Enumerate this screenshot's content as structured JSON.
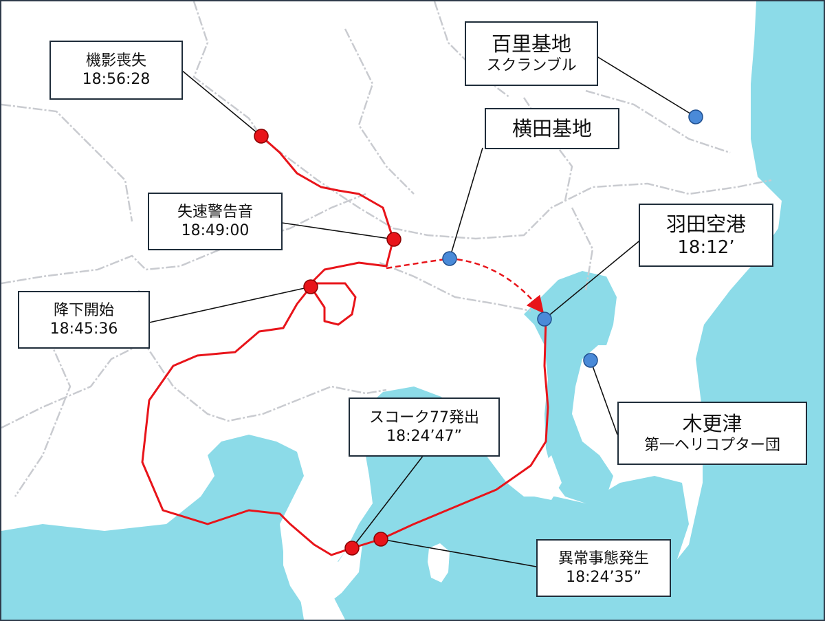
{
  "colors": {
    "sea": "#8cdbe8",
    "land": "#ffffff",
    "boundary": "#c9cbd0",
    "flight_path": "#e8141a",
    "event_marker": "#e8141a",
    "location_marker": "#4a8ad8",
    "leader_line": "#111111"
  },
  "icons": {
    "event_marker": "red-circle-marker",
    "location_marker": "blue-circle-marker"
  },
  "labels": {
    "lost_contact": {
      "title": "機影喪失",
      "time": "18:56:28"
    },
    "stall_warning": {
      "title": "失速警告音",
      "time": "18:49:00"
    },
    "descent_start": {
      "title": "降下開始",
      "time": "18:45:36"
    },
    "hyakuri": {
      "title": "百里基地",
      "subtitle": "スクランブル"
    },
    "yokota": {
      "title": "横田基地"
    },
    "haneda": {
      "title": "羽田空港",
      "time": "18:12’"
    },
    "kisarazu": {
      "title": "木更津",
      "subtitle": "第一ヘリコプター団"
    },
    "scoke77": {
      "title": "スコーク77発出",
      "time": "18:24’47”"
    },
    "anomaly": {
      "title": "異常事態発生",
      "time": "18:24’35”"
    }
  }
}
